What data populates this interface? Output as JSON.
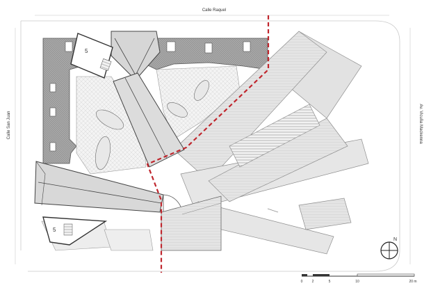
{
  "streets": {
    "north": "Calle Raquel",
    "west": "Calle San Juan",
    "east": "Av. Vicuña Mackenna"
  },
  "labels": {
    "block_top": "5",
    "block_bottom": "5"
  },
  "compass": {
    "north_letter": "N"
  },
  "scale_bar": {
    "ticks": [
      "0",
      "2",
      "5",
      "10",
      "20 m"
    ]
  },
  "colors": {
    "line": "#444444",
    "light_line": "#bdbdbd",
    "roof_fill": "#d9d9d9",
    "dark_roof": "#9a9a9a",
    "boundary": "#c0262d",
    "label_red": "#c0262d"
  }
}
